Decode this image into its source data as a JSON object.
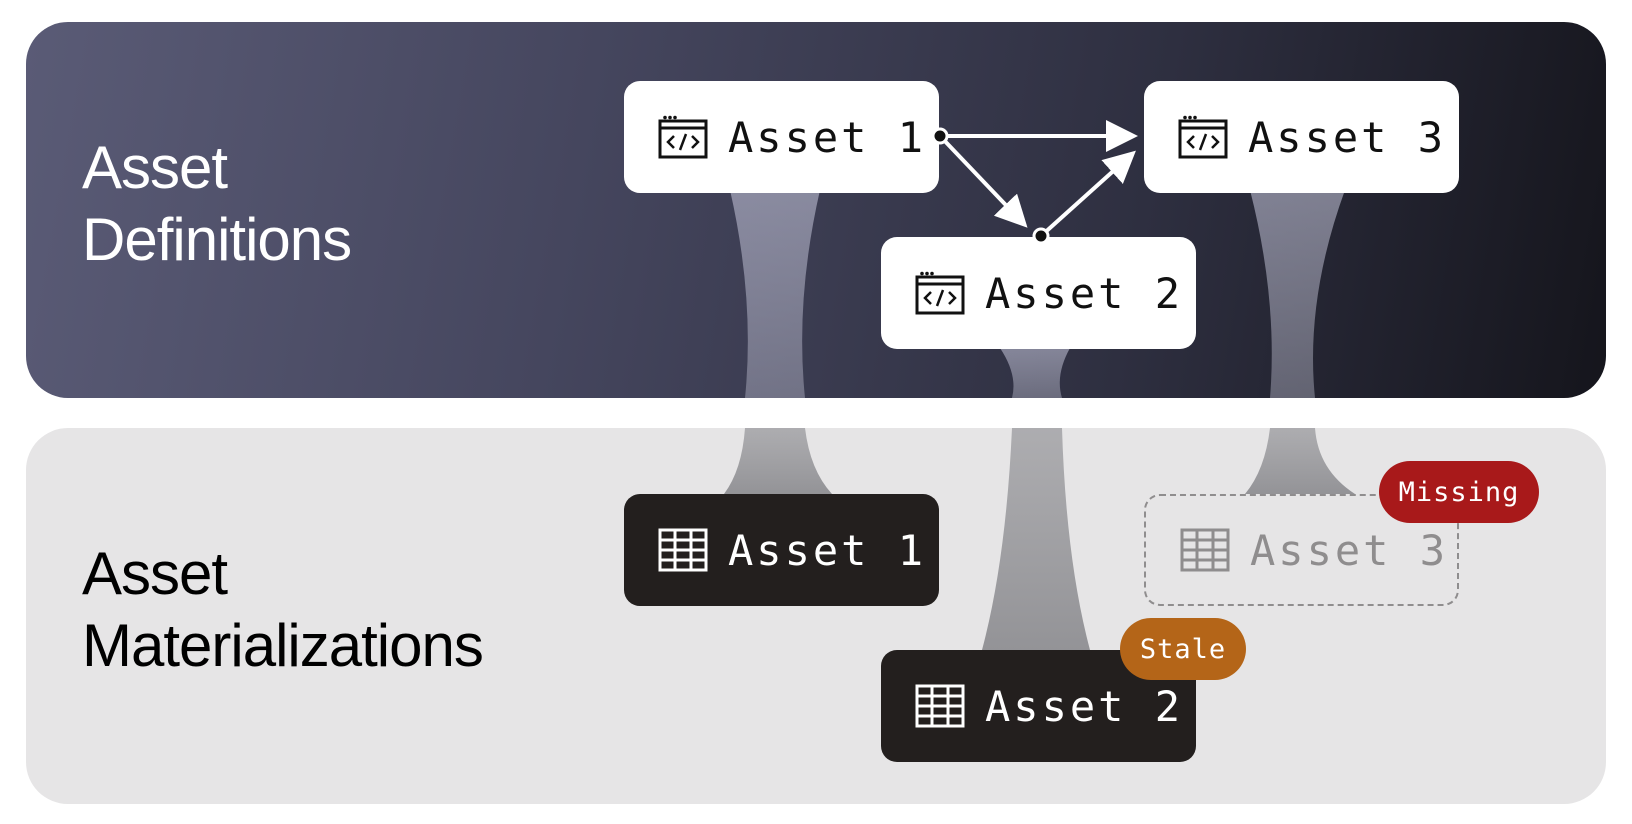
{
  "definitions_panel": {
    "title_line1": "Asset",
    "title_line2": "Definitions",
    "background_from": "#5a5b76",
    "background_to": "#15151c"
  },
  "materializations_panel": {
    "title_line1": "Asset",
    "title_line2": "Materializations",
    "background": "#e6e5e6"
  },
  "definitions": [
    {
      "label": "Asset 1",
      "icon": "code-window-icon"
    },
    {
      "label": "Asset 2",
      "icon": "code-window-icon"
    },
    {
      "label": "Asset 3",
      "icon": "code-window-icon"
    }
  ],
  "materializations": [
    {
      "label": "Asset 1",
      "icon": "table-icon",
      "status": ""
    },
    {
      "label": "Asset 2",
      "icon": "table-icon",
      "status": "Stale"
    },
    {
      "label": "Asset 3",
      "icon": "table-icon",
      "status": "Missing"
    }
  ],
  "edges": [
    {
      "from": "Asset 1",
      "to": "Asset 3"
    },
    {
      "from": "Asset 1",
      "to": "Asset 2"
    },
    {
      "from": "Asset 2",
      "to": "Asset 3"
    }
  ],
  "colors": {
    "missing_badge": "#a8191a",
    "stale_badge": "#b46518",
    "materialized_node": "#231f1e",
    "definition_node": "#ffffff"
  }
}
